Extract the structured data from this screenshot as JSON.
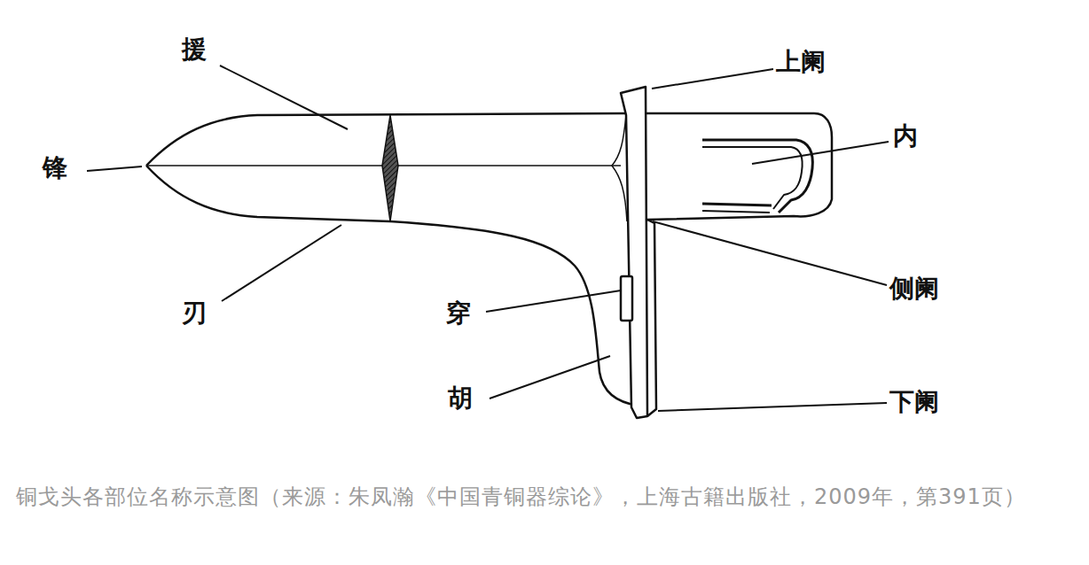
{
  "diagram": {
    "caption": "铜戈头各部位名称示意图（来源：朱凤瀚《中国青铜器综论》，上海古籍出版社，2009年，第391页）",
    "labels": [
      "援",
      "锋",
      "刃",
      "穿",
      "胡",
      "上阑",
      "内",
      "侧阑",
      "下阑"
    ]
  }
}
